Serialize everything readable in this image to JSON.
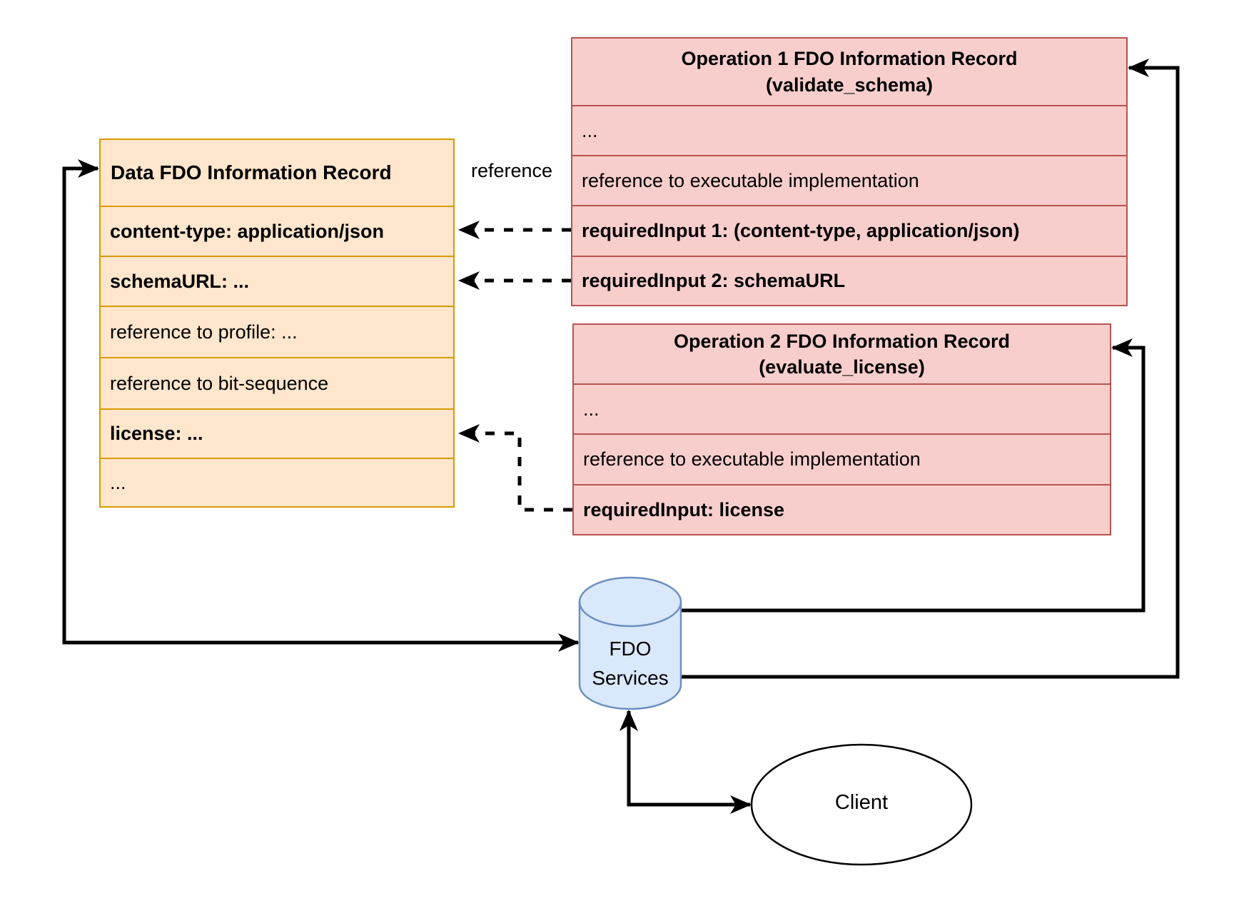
{
  "colors": {
    "orange_fill": "#ffe6cc",
    "orange_stroke": "#d79b00",
    "red_fill": "#f8cecc",
    "red_stroke": "#b85450",
    "blue_fill": "#dae8fc",
    "blue_stroke": "#6c8ebf",
    "line": "#000000"
  },
  "data_fdo_record": {
    "title": "Data FDO Information Record",
    "rows": [
      {
        "text": "content-type: application/json"
      },
      {
        "text": "schemaURL: ..."
      },
      {
        "text": "reference to profile: ..."
      },
      {
        "text": "reference to bit-sequence"
      },
      {
        "text": "license: ..."
      },
      {
        "text": "..."
      }
    ]
  },
  "operation1_record": {
    "title": "Operation 1 FDO Information Record",
    "subtitle": "(validate_schema)",
    "rows": [
      {
        "text": "..."
      },
      {
        "text": "reference to executable implementation"
      },
      {
        "text": "requiredInput 1: (content-type, application/json)"
      },
      {
        "text": "requiredInput 2: schemaURL"
      }
    ]
  },
  "operation2_record": {
    "title": "Operation 2 FDO Information Record",
    "subtitle": "(evaluate_license)",
    "rows": [
      {
        "text": "..."
      },
      {
        "text": "reference to executable implementation"
      },
      {
        "text": "requiredInput: license"
      }
    ]
  },
  "labels": {
    "reference": "reference",
    "fdo_services": "FDO Services",
    "client": "Client"
  },
  "connectors": [
    {
      "from": "fdo-services",
      "to": "data-fdo-record",
      "style": "solid",
      "bidirectional": true
    },
    {
      "from": "fdo-services",
      "to": "operation1-record",
      "style": "solid"
    },
    {
      "from": "fdo-services",
      "to": "operation2-record",
      "style": "solid"
    },
    {
      "from": "fdo-services",
      "to": "client",
      "style": "solid",
      "bidirectional": true
    },
    {
      "from": "operation1-record.requiredInput1",
      "to": "data-fdo-record.content-type",
      "style": "dashed"
    },
    {
      "from": "operation1-record.requiredInput2",
      "to": "data-fdo-record.schemaURL",
      "style": "dashed"
    },
    {
      "from": "operation2-record.requiredInput",
      "to": "data-fdo-record.license",
      "style": "dashed"
    }
  ]
}
